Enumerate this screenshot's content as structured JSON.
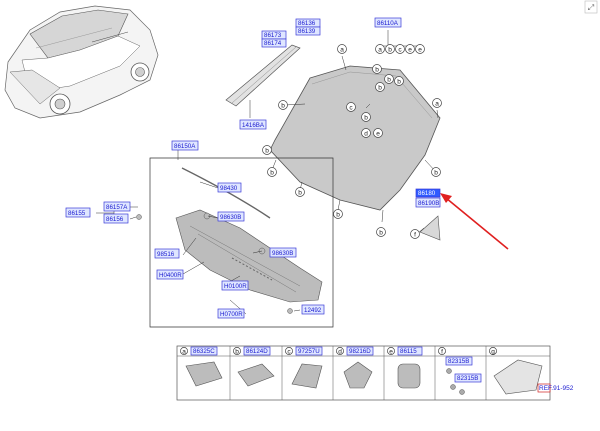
{
  "labels": {
    "l86110A": "86110A",
    "l86136": "86136",
    "l86139": "86139",
    "l86173": "86173",
    "l86174": "86174",
    "l1416BA": "1416BA",
    "l86150A": "86150A",
    "l98430": "98430",
    "l86157A": "86157A",
    "l86155": "86155",
    "l86156": "86156",
    "l98630B_1": "98630B",
    "l98516": "98516",
    "l98630B_2": "98630B",
    "lH0400R": "H0400R",
    "lH0100R": "H0100R",
    "lH0700R": "H0700R",
    "l12492": "12492",
    "l86180": "86180",
    "l86190B": "86190B"
  },
  "legend": [
    {
      "letter": "a",
      "part": "86325C"
    },
    {
      "letter": "b",
      "part": "86124D"
    },
    {
      "letter": "c",
      "part": "97257U"
    },
    {
      "letter": "d",
      "part": "98216D"
    },
    {
      "letter": "e",
      "part": "86115"
    },
    {
      "letter": "f",
      "part": "82315B",
      "part2": "82315B"
    },
    {
      "letter": "g",
      "part": "REF.91-952"
    }
  ],
  "callouts": [
    "a",
    "b",
    "c",
    "d",
    "e",
    "f"
  ],
  "colors": {
    "label_text": "#1a1ad0",
    "label_bg": "#dfe6ff",
    "highlight": "#2f5bff",
    "arrow": "#e02020"
  }
}
